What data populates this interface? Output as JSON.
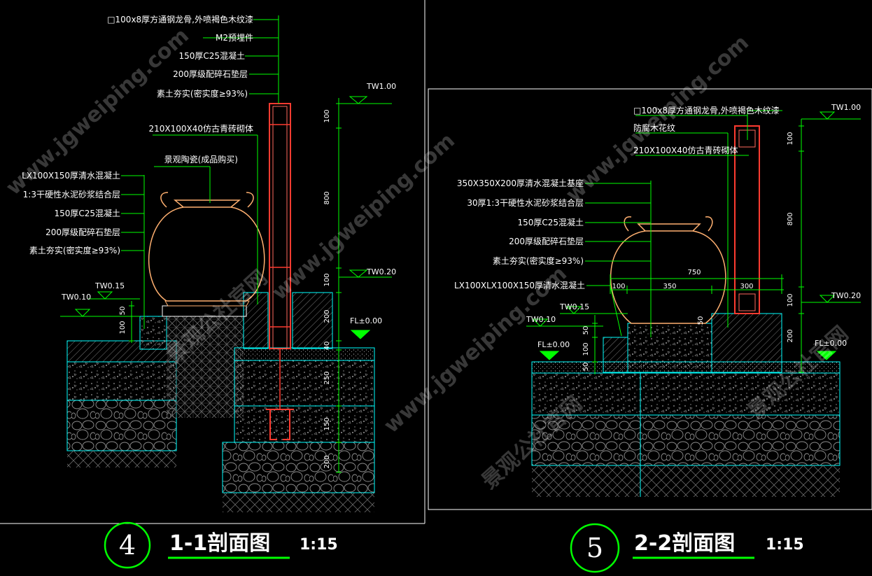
{
  "colors": {
    "background": "#000000",
    "leader": "#00ff00",
    "outline": "#00ffff",
    "frame": "#ffffff",
    "steel": "#ff3b30",
    "vase": "#ffb070",
    "hatch": "#808080",
    "title_underline": "#00ff00"
  },
  "section_4": {
    "number": "4",
    "title": "1-1剖面图",
    "scale": "1:15",
    "labels_top": [
      "□100x8厚方通钢龙骨,外喷褐色木纹漆",
      "M2预埋件",
      "150厚C25混凝土",
      "200厚级配碎石垫层",
      "素土夯实(密实度≥93%)"
    ],
    "label_brick": "210X100X40仿古青砖砌体",
    "label_vase": "景观陶瓷(成品购买)",
    "labels_left": [
      "LX100X150厚清水混凝土",
      "1:3干硬性水泥砂浆结合层",
      "150厚C25混凝土",
      "200厚级配碎石垫层",
      "素土夯实(密实度≥93%)"
    ],
    "elevations": [
      "TW1.00",
      "TW0.20",
      "TW0.15",
      "TW0.10",
      "FL±0.00"
    ],
    "dims_right": [
      "100",
      "800",
      "100",
      "200",
      "40",
      "250",
      "150",
      "200"
    ],
    "dims_left": [
      "50",
      "100"
    ]
  },
  "section_5": {
    "number": "5",
    "title": "2-2剖面图",
    "scale": "1:15",
    "labels_top": [
      "□100x8厚方通钢龙骨,外喷褐色木纹漆",
      "防腐木花纹",
      "210X100X40仿古青砖砌体"
    ],
    "labels_left": [
      "350X350X200厚清水混凝土基座",
      "30厚1:3干硬性水泥砂浆结合层",
      "150厚C25混凝土",
      "200厚级配碎石垫层",
      "素土夯实(密实度≥93%)",
      "LX100XLX100X150厚清水混凝土"
    ],
    "elevations": [
      "TW1.00",
      "TW0.20",
      "TW0.15",
      "TW0.10",
      "FL±0.00",
      "FL±0.00"
    ],
    "dims_right": [
      "100",
      "800",
      "100",
      "200"
    ],
    "dims_horizontal": [
      "750",
      "100",
      "350",
      "300"
    ],
    "dims_left": [
      "50",
      "100",
      "50",
      "50"
    ]
  },
  "watermarks": [
    "www.jgweiping.com",
    "景观公社官网"
  ]
}
